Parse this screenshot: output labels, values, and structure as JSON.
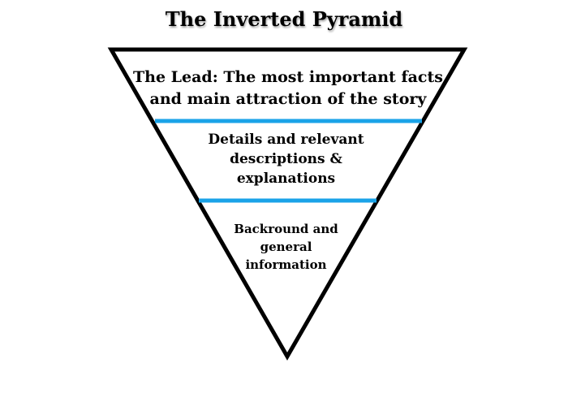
{
  "title": "The Inverted Pyramid",
  "tiers": [
    {
      "text": "The Lead: The most important facts and main attraction of the story"
    },
    {
      "text": "Details and relevant descriptions & explanations"
    },
    {
      "text": "Backround and general information"
    }
  ],
  "colors": {
    "outline": "#000000",
    "divider": "#1aa3e8",
    "background": "#ffffff"
  }
}
